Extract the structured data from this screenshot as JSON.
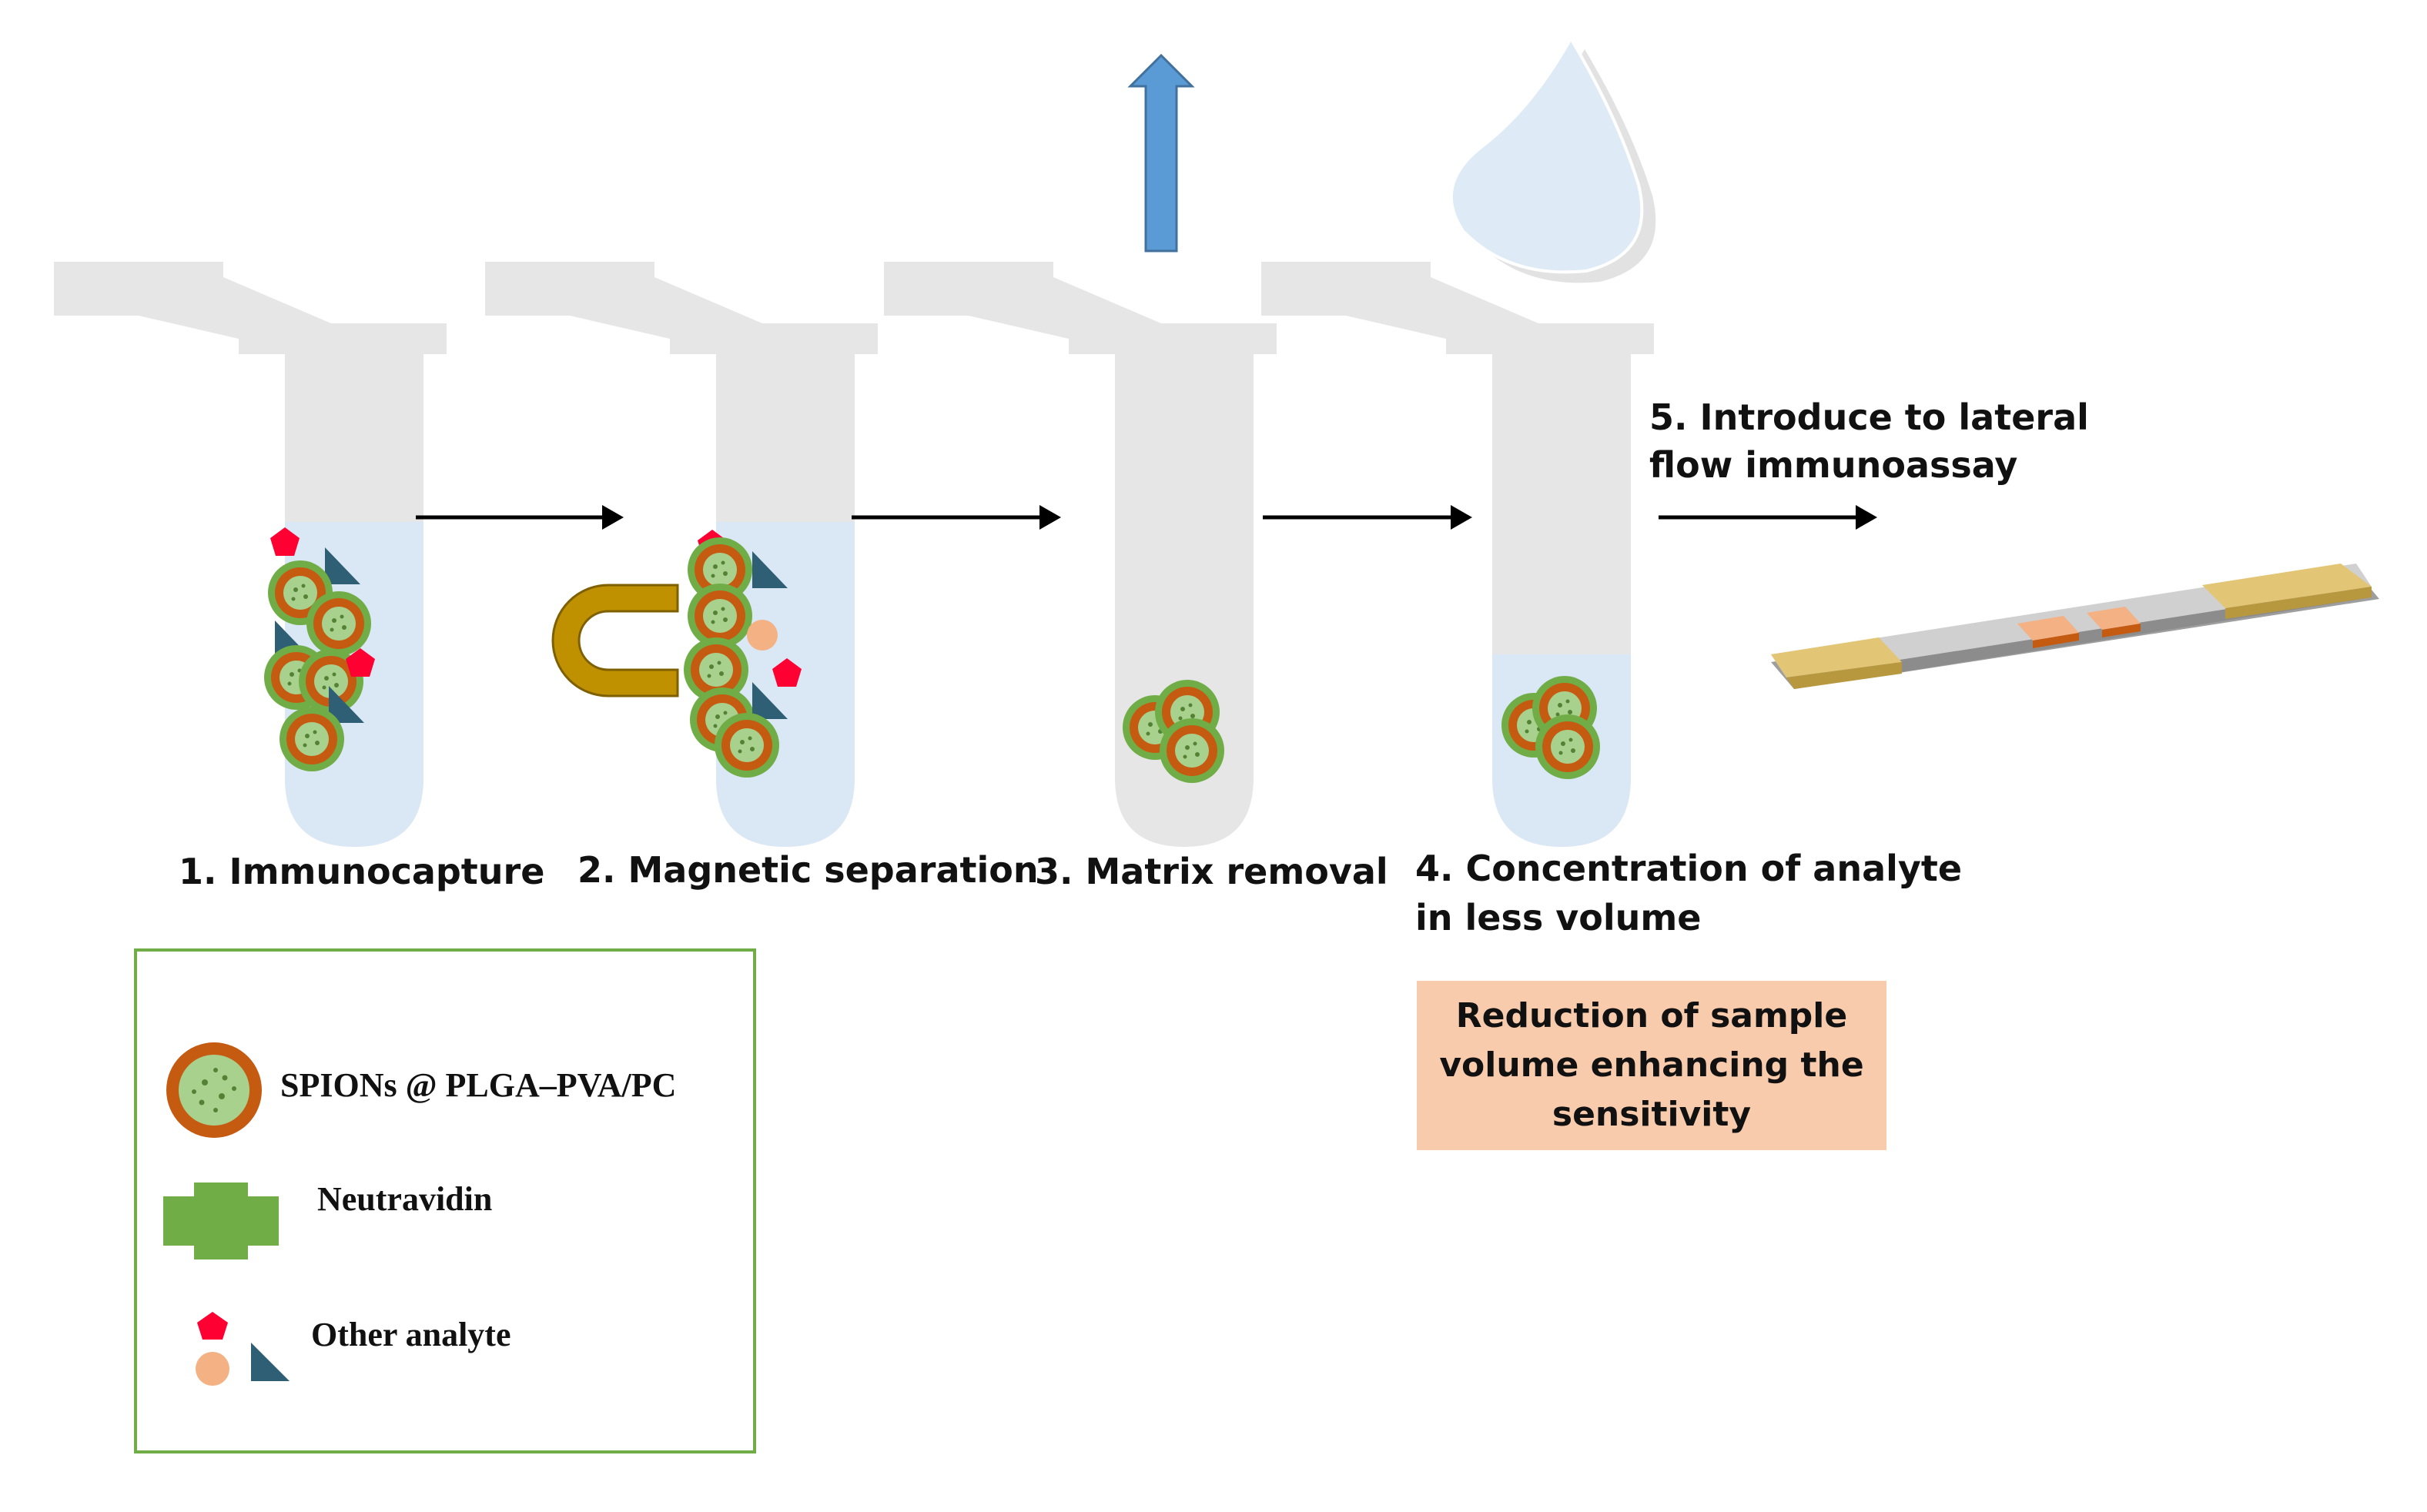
{
  "steps": [
    {
      "label": "1. Immunocapture"
    },
    {
      "label": "2. Magnetic separation"
    },
    {
      "label": "3. Matrix removal"
    },
    {
      "label_line1": "4. Concentration of analyte",
      "label_line2": "in less volume"
    },
    {
      "label_line1": "5. Introduce to lateral",
      "label_line2": "flow immunoassay"
    }
  ],
  "note": {
    "text": "Reduction of sample volume enhancing the sensitivity"
  },
  "legend": {
    "items": [
      {
        "label": "SPIONs @ PLGA–PVA/PC",
        "icon": "nanoparticle-icon"
      },
      {
        "label": "Neutravidin",
        "icon": "neutravidin-icon"
      },
      {
        "label": "Other analyte",
        "icon": "analyte-shapes-icon"
      }
    ]
  },
  "colors": {
    "tube": "#e6e6e6",
    "liquid": "#dae7f5",
    "particle_ring": "#c55a11",
    "particle_core": "#a9d18e",
    "neutravidin": "#70ad47",
    "analyte_red": "#ff0033",
    "analyte_teal": "#2e5f74",
    "analyte_orange": "#f4b183",
    "magnet": "#bf9000",
    "up_arrow": "#5b9bd5",
    "note_bg": "#f8cbad",
    "legend_border": "#70ad47",
    "strip_pad": "#e2c675",
    "strip_body": "#c8c8c8"
  }
}
